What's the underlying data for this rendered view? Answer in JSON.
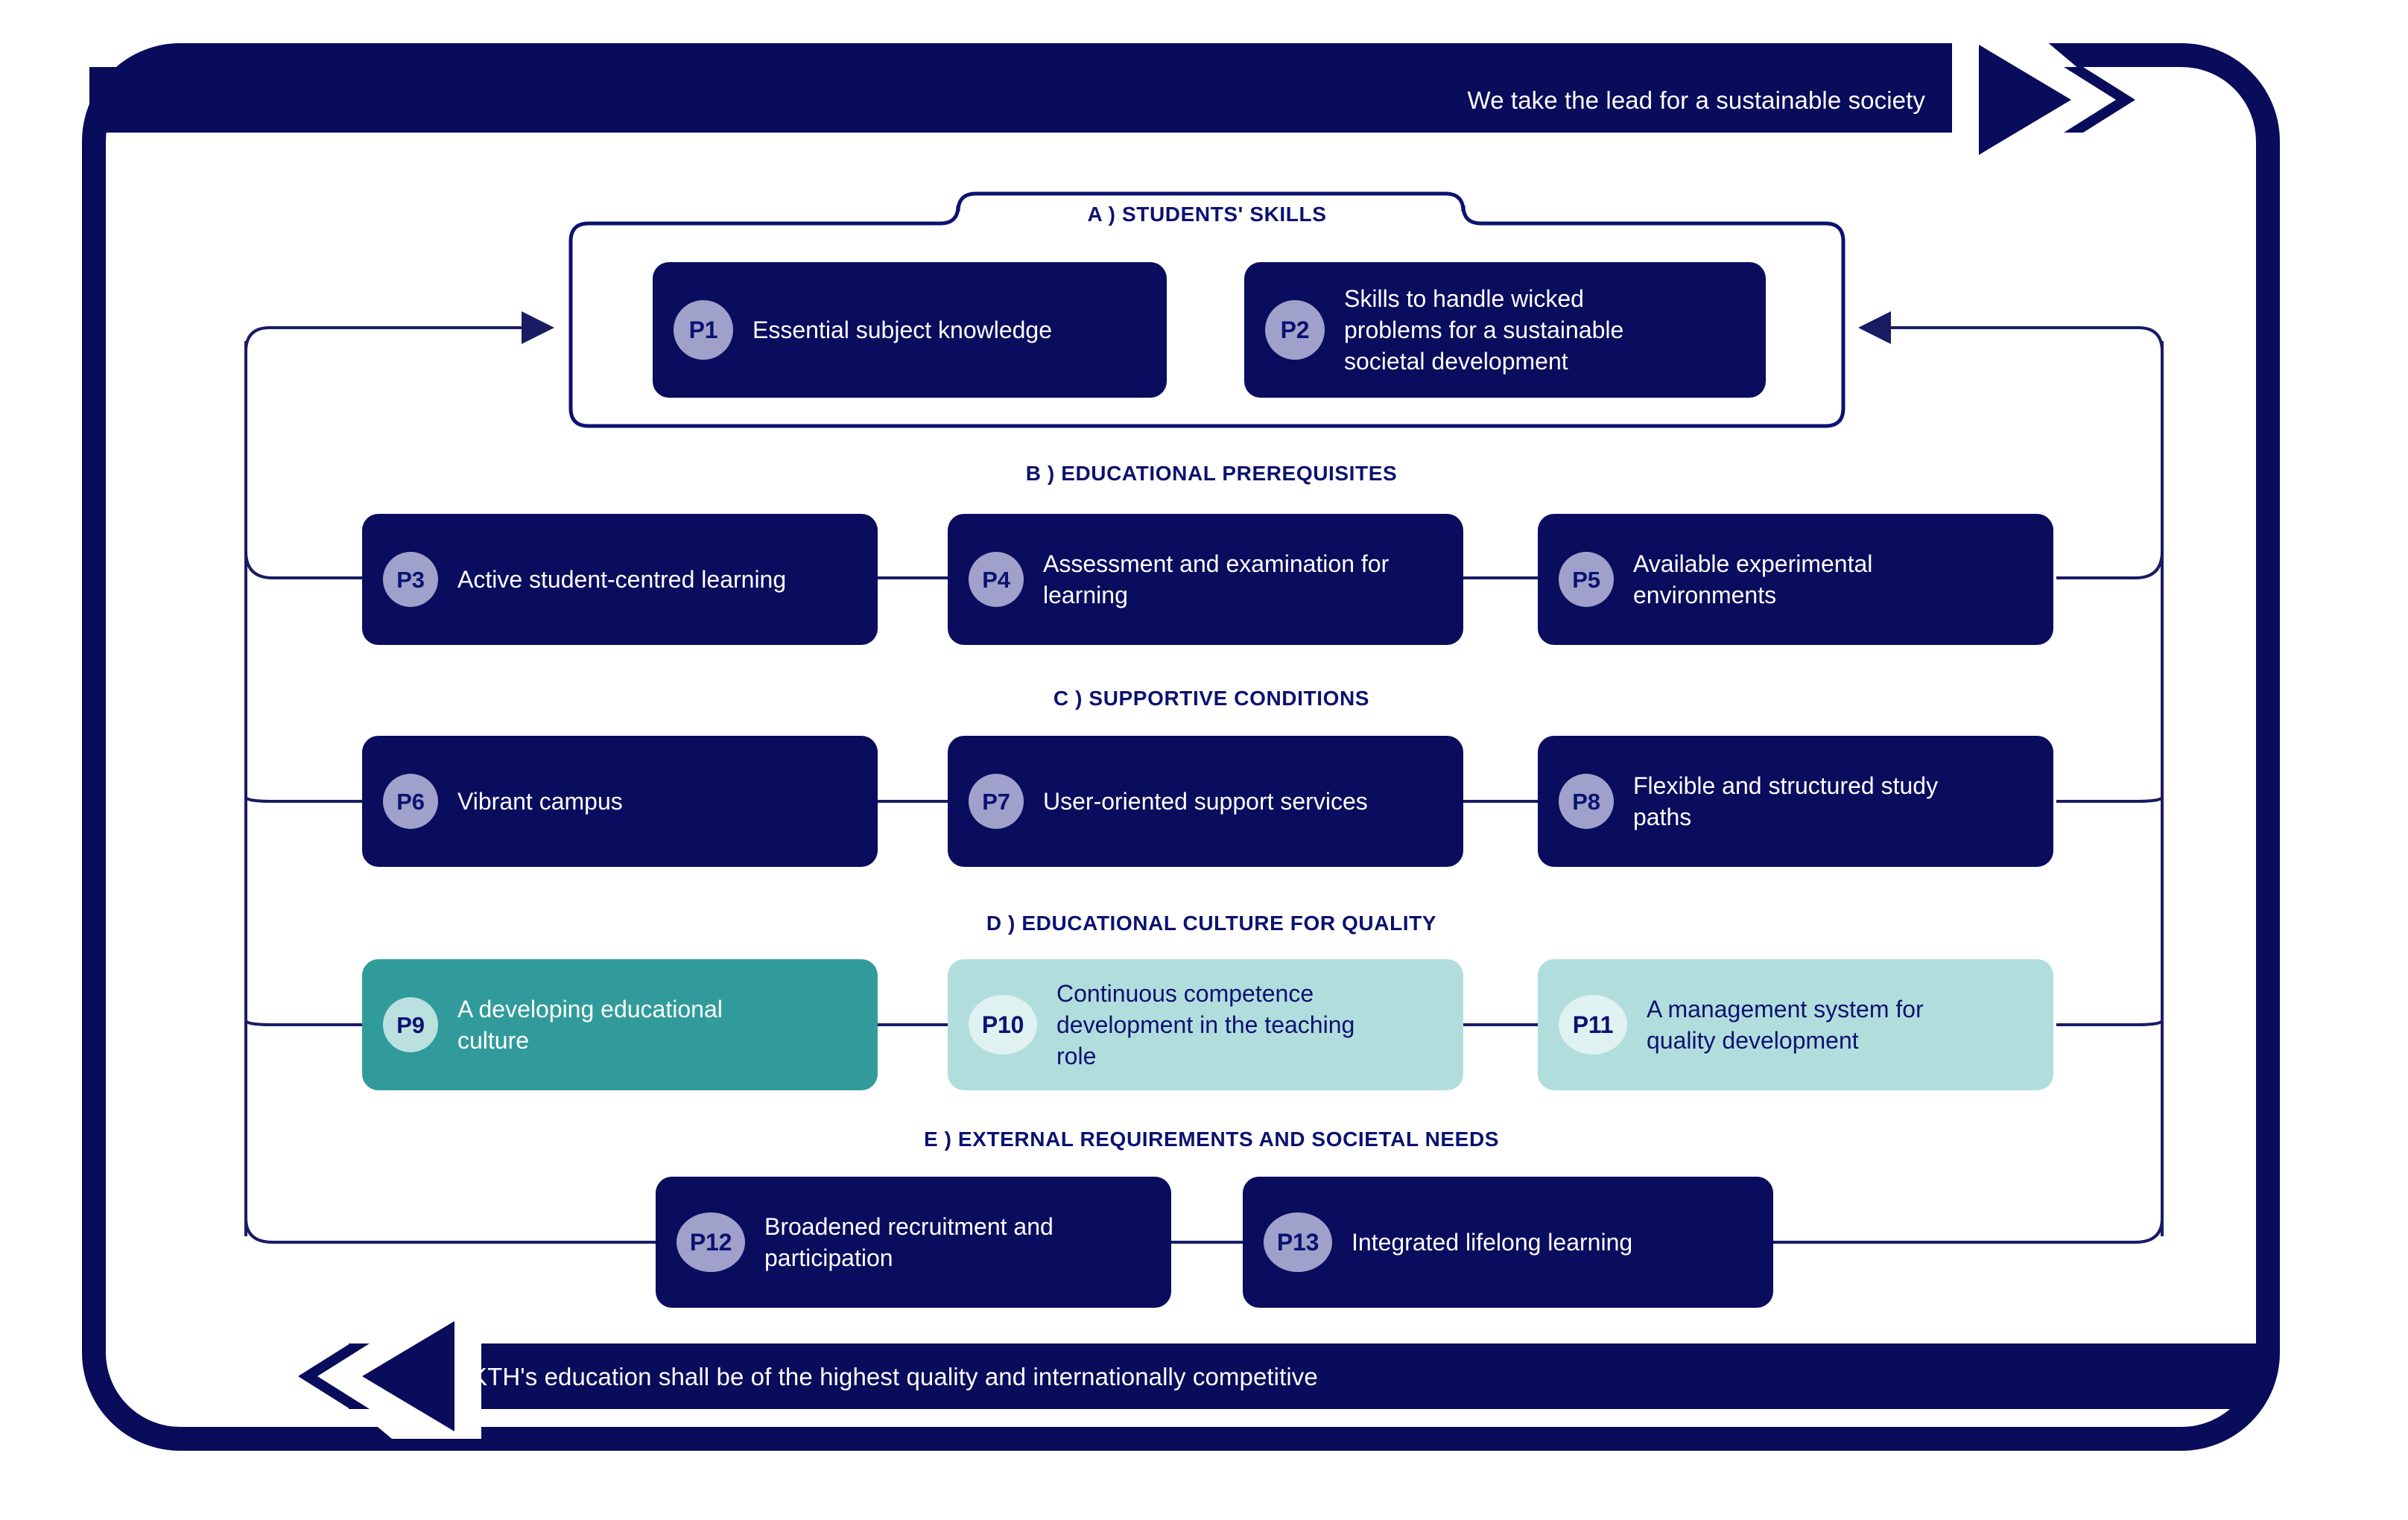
{
  "banners": {
    "top": {
      "text": "We take the lead for a sustainable society",
      "direction": "right",
      "bg": "#090B5B",
      "color": "#FFFFFF"
    },
    "bottom": {
      "text": "KTH's education shall be of the highest quality and internationally competitive",
      "direction": "left",
      "bg": "#090B5B",
      "color": "#FFFFFF"
    }
  },
  "colors": {
    "navy": "#0A0C5E",
    "frame_navy": "#090B5B",
    "label_navy": "#0B1270",
    "periwinkle_badge": "#9FA1CB",
    "teal_dark": "#319B9B",
    "teal_light": "#B2DDDD",
    "badge_pale_teal": "#BBE0E0",
    "badge_palest_teal": "#DFF1F1",
    "white": "#FFFFFF"
  },
  "sections": [
    {
      "id": "A",
      "label": "A ) STUDENTS' SKILLS",
      "boxed": true,
      "items": [
        {
          "code": "P1",
          "text": "Essential subject knowledge",
          "style": "navy"
        },
        {
          "code": "P2",
          "text": "Skills to handle wicked problems for a sustainable societal development",
          "style": "navy"
        }
      ]
    },
    {
      "id": "B",
      "label": "B ) EDUCATIONAL PREREQUISITES",
      "boxed": false,
      "items": [
        {
          "code": "P3",
          "text": "Active student-centred learning",
          "style": "navy"
        },
        {
          "code": "P4",
          "text": "Assessment and examination for learning",
          "style": "navy"
        },
        {
          "code": "P5",
          "text": "Available experimental environments",
          "style": "navy"
        }
      ]
    },
    {
      "id": "C",
      "label": "C ) SUPPORTIVE CONDITIONS",
      "boxed": false,
      "items": [
        {
          "code": "P6",
          "text": "Vibrant campus",
          "style": "navy"
        },
        {
          "code": "P7",
          "text": "User-oriented support services",
          "style": "navy"
        },
        {
          "code": "P8",
          "text": "Flexible and structured study paths",
          "style": "navy"
        }
      ]
    },
    {
      "id": "D",
      "label": "D ) EDUCATIONAL CULTURE FOR QUALITY",
      "boxed": false,
      "items": [
        {
          "code": "P9",
          "text": "A developing educational culture",
          "style": "teal"
        },
        {
          "code": "P10",
          "text": "Continuous competence development in the teaching role",
          "style": "lightteal"
        },
        {
          "code": "P11",
          "text": "A management system for quality development",
          "style": "lightteal"
        }
      ]
    },
    {
      "id": "E",
      "label": "E ) EXTERNAL REQUIREMENTS AND SOCIETAL NEEDS",
      "boxed": false,
      "items": [
        {
          "code": "P12",
          "text": "Broadened recruitment and participation",
          "style": "navy"
        },
        {
          "code": "P13",
          "text": "Integrated lifelong learning",
          "style": "navy"
        }
      ]
    }
  ]
}
